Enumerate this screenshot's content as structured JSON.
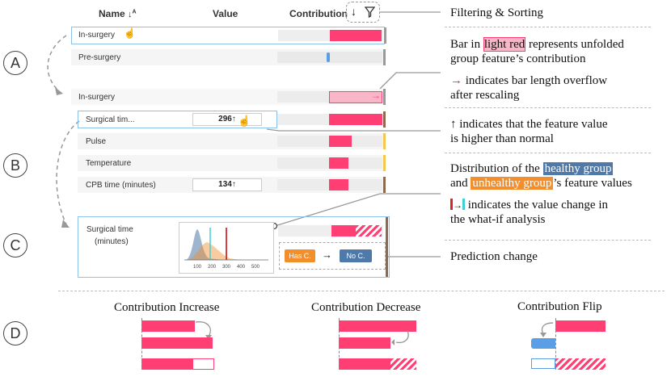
{
  "header": {
    "name": "Name",
    "sort_icon": "sort-icon",
    "value": "Value",
    "contribution": "Contribution",
    "arrow": "↓",
    "filter_icon": "filter-icon"
  },
  "section_labels": [
    "A",
    "B",
    "C",
    "D"
  ],
  "section_a": {
    "row1": "In-surgery",
    "row2": "Pre-surgery",
    "row3": "In-surgery"
  },
  "section_b": {
    "rows": [
      {
        "label": "Surgical tim...",
        "value": "296↑"
      },
      {
        "label": "Pulse",
        "value": ""
      },
      {
        "label": "Temperature",
        "value": ""
      },
      {
        "label": "CPB time (minutes)",
        "value": "134↑"
      }
    ]
  },
  "section_c": {
    "label_line1": "Surgical time",
    "label_line2": "(minutes)",
    "ticks": [
      "100",
      "200",
      "300",
      "400",
      "500"
    ],
    "pred_from": "Has C.",
    "pred_arrow": "→",
    "pred_to": "No C."
  },
  "annotations": {
    "filtering": "Filtering & Sorting",
    "bar_pre": "Bar in ",
    "bar_highlight": "light red",
    "bar_post": " represents unfolded",
    "bar_line2": "group feature’s contribution",
    "overflow_arrow": "→",
    "overflow_line1": " indicates bar length overflow",
    "overflow_line2": "after rescaling",
    "higher_arrow": "↑",
    "higher_line1": " indicates that the feature value",
    "higher_line2": "is higher than normal",
    "dist_pre": "Distribution of the ",
    "dist_healthy": "healthy group",
    "dist_and": "and ",
    "dist_unhealthy": "unhealthy group",
    "dist_post": "’s feature values",
    "change_arrow": "→",
    "change_line1": " indicates the value change in",
    "change_line2": "the what-if analysis",
    "prediction": "Prediction change"
  },
  "section_d": {
    "titles": [
      "Contribution Increase",
      "Contribution Decrease",
      "Contribution Flip"
    ]
  },
  "colors": {
    "pink": "#ff3e74",
    "light_pink": "#f9b6c8",
    "blue": "#5a9ee6",
    "border_blue": "#8ec0e8",
    "healthy": "#4f79a8",
    "unhealthy": "#f28e2b",
    "cyan": "#3fd0d6",
    "red": "#d62728",
    "brown": "#8c6a4f",
    "yellow": "#f2c94c",
    "gray": "#999999"
  }
}
